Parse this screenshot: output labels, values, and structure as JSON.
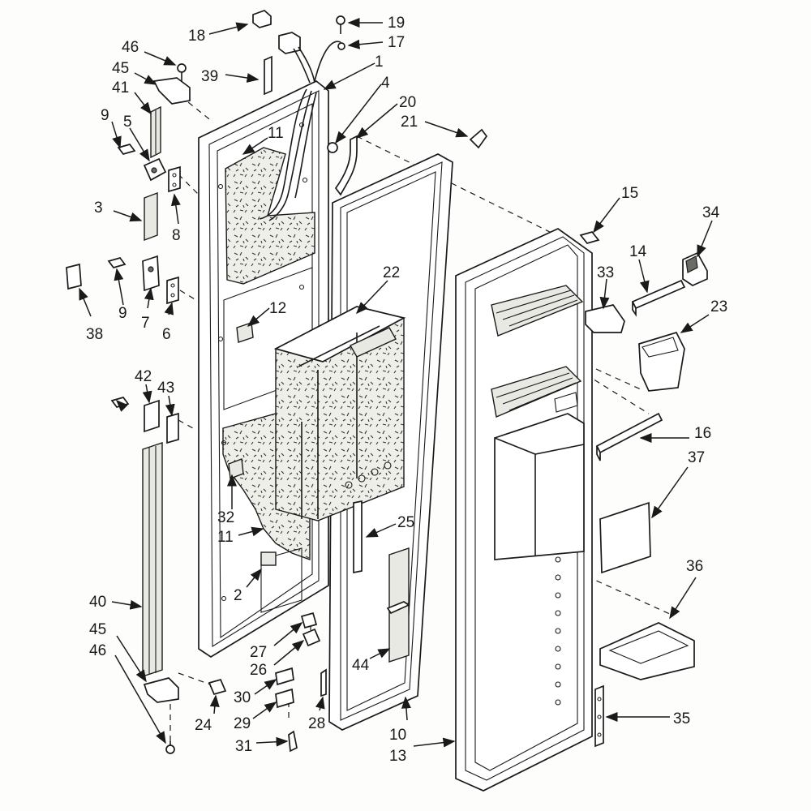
{
  "diagram": {
    "callouts": [
      {
        "id": "c18",
        "text": "18"
      },
      {
        "id": "c19",
        "text": "19"
      },
      {
        "id": "c17",
        "text": "17"
      },
      {
        "id": "c1",
        "text": "1"
      },
      {
        "id": "c4",
        "text": "4"
      },
      {
        "id": "c20",
        "text": "20"
      },
      {
        "id": "c21",
        "text": "21"
      },
      {
        "id": "c46a",
        "text": "46"
      },
      {
        "id": "c45a",
        "text": "45"
      },
      {
        "id": "c39",
        "text": "39"
      },
      {
        "id": "c41",
        "text": "41"
      },
      {
        "id": "c9a",
        "text": "9"
      },
      {
        "id": "c5",
        "text": "5"
      },
      {
        "id": "c11a",
        "text": "11"
      },
      {
        "id": "c3",
        "text": "3"
      },
      {
        "id": "c8",
        "text": "8"
      },
      {
        "id": "c38",
        "text": "38"
      },
      {
        "id": "c9b",
        "text": "9"
      },
      {
        "id": "c7",
        "text": "7"
      },
      {
        "id": "c6",
        "text": "6"
      },
      {
        "id": "c12",
        "text": "12"
      },
      {
        "id": "c42",
        "text": "42"
      },
      {
        "id": "c43",
        "text": "43"
      },
      {
        "id": "c22",
        "text": "22"
      },
      {
        "id": "c15",
        "text": "15"
      },
      {
        "id": "c34",
        "text": "34"
      },
      {
        "id": "c14",
        "text": "14"
      },
      {
        "id": "c33",
        "text": "33"
      },
      {
        "id": "c23",
        "text": "23"
      },
      {
        "id": "c16",
        "text": "16"
      },
      {
        "id": "c37",
        "text": "37"
      },
      {
        "id": "c32",
        "text": "32"
      },
      {
        "id": "c11b",
        "text": "11"
      },
      {
        "id": "c25",
        "text": "25"
      },
      {
        "id": "c2",
        "text": "2"
      },
      {
        "id": "c36",
        "text": "36"
      },
      {
        "id": "c40",
        "text": "40"
      },
      {
        "id": "c45b",
        "text": "45"
      },
      {
        "id": "c46b",
        "text": "46"
      },
      {
        "id": "c27",
        "text": "27"
      },
      {
        "id": "c26",
        "text": "26"
      },
      {
        "id": "c44",
        "text": "44"
      },
      {
        "id": "c30",
        "text": "30"
      },
      {
        "id": "c29",
        "text": "29"
      },
      {
        "id": "c24",
        "text": "24"
      },
      {
        "id": "c28",
        "text": "28"
      },
      {
        "id": "c31",
        "text": "31"
      },
      {
        "id": "c10",
        "text": "10"
      },
      {
        "id": "c13",
        "text": "13"
      },
      {
        "id": "c35",
        "text": "35"
      }
    ]
  }
}
